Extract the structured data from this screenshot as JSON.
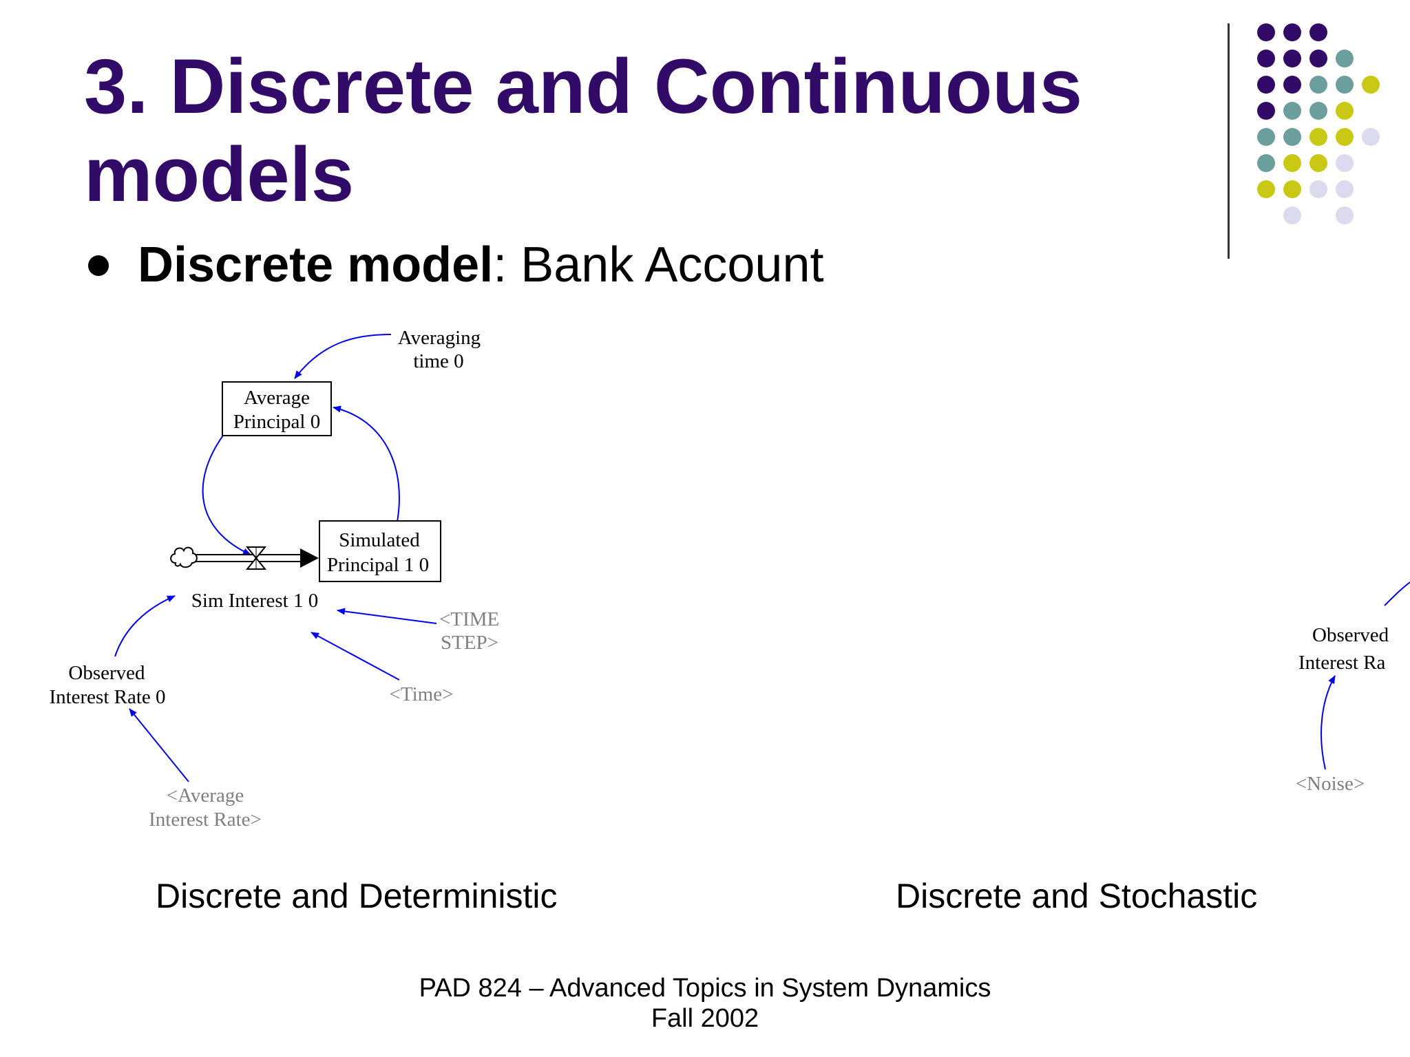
{
  "slide": {
    "title_line1": "3. Discrete and Continuous",
    "title_line2": "models",
    "bullet_bold": "Discrete model",
    "bullet_rest": ": Bank Account",
    "caption_left": "Discrete and Deterministic",
    "caption_right": "Discrete and Stochastic",
    "footer_line1": "PAD 824 – Advanced Topics in System Dynamics",
    "footer_line2": "Fall 2002",
    "colors": {
      "title": "#320b68",
      "purple": "#320b68",
      "teal": "#6d9e9e",
      "olive": "#c9c915",
      "lavender": "#dcdaee",
      "arrow": "#0000ee",
      "shadow_var": "#7f7f7f"
    }
  },
  "diagram_left": {
    "averaging_time_l1": "Averaging",
    "averaging_time_l2": "time 0",
    "avg_principal_l1": "Average",
    "avg_principal_l2": "Principal 0",
    "sim_principal_l1": "Simulated",
    "sim_principal_l2": "Principal 1 0",
    "sim_interest": "Sim Interest 1 0",
    "time_step_l1": "<TIME",
    "time_step_l2": "STEP>",
    "time": "<Time>",
    "obs_rate_l1": "Observed",
    "obs_rate_l2": "Interest Rate 0",
    "avg_rate_l1": "<Average",
    "avg_rate_l2": "Interest Rate>",
    "source_icon": "cloud-icon",
    "valve_icon": "valve-icon"
  },
  "diagram_right": {
    "obs_l1": "Observed",
    "obs_l2": "Interest Ra",
    "noise": "<Noise>"
  }
}
